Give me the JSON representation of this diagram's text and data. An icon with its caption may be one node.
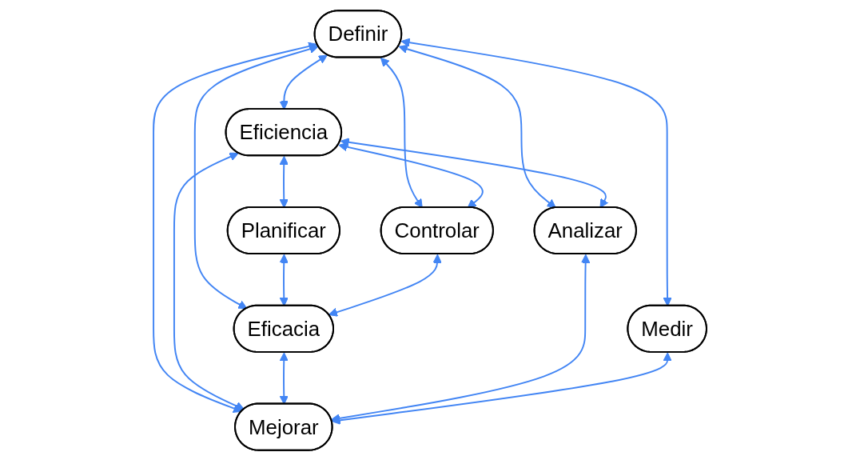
{
  "diagram": {
    "nodes": [
      {
        "text": [
          "Definir"
        ]
      },
      {
        "text": [
          "Eficiencia"
        ]
      },
      {
        "text": [
          "Medir"
        ]
      },
      {
        "text": [
          "Planificar"
        ]
      },
      {
        "text": [
          "Analizar"
        ]
      },
      {
        "text": [
          "Controlar"
        ]
      },
      {
        "text": [
          "Eficacia"
        ]
      },
      {
        "text": [
          "Mejorar"
        ]
      }
    ],
    "edges": [
      {
        "from": 0,
        "to": 1,
        "arrow": "both"
      },
      {
        "from": 0,
        "to": 2,
        "arrow": "both"
      },
      {
        "from": 0,
        "to": 4,
        "arrow": "both"
      },
      {
        "from": 0,
        "to": 7,
        "arrow": "both"
      },
      {
        "from": 0,
        "to": 5,
        "arrow": "both"
      },
      {
        "from": 0,
        "to": 6,
        "arrow": "both"
      },
      {
        "from": 1,
        "to": 3,
        "arrow": "both"
      },
      {
        "from": 1,
        "to": 4,
        "arrow": "both"
      },
      {
        "from": 1,
        "to": 5,
        "arrow": "both"
      },
      {
        "from": 1,
        "to": 7,
        "arrow": "both"
      },
      {
        "from": 3,
        "to": 6,
        "arrow": "both"
      },
      {
        "from": 5,
        "to": 6,
        "arrow": "both"
      },
      {
        "from": 6,
        "to": 7,
        "arrow": "both"
      },
      {
        "from": 4,
        "to": 7,
        "arrow": "both"
      },
      {
        "from": 2,
        "to": 7,
        "arrow": "both"
      }
    ]
  }
}
